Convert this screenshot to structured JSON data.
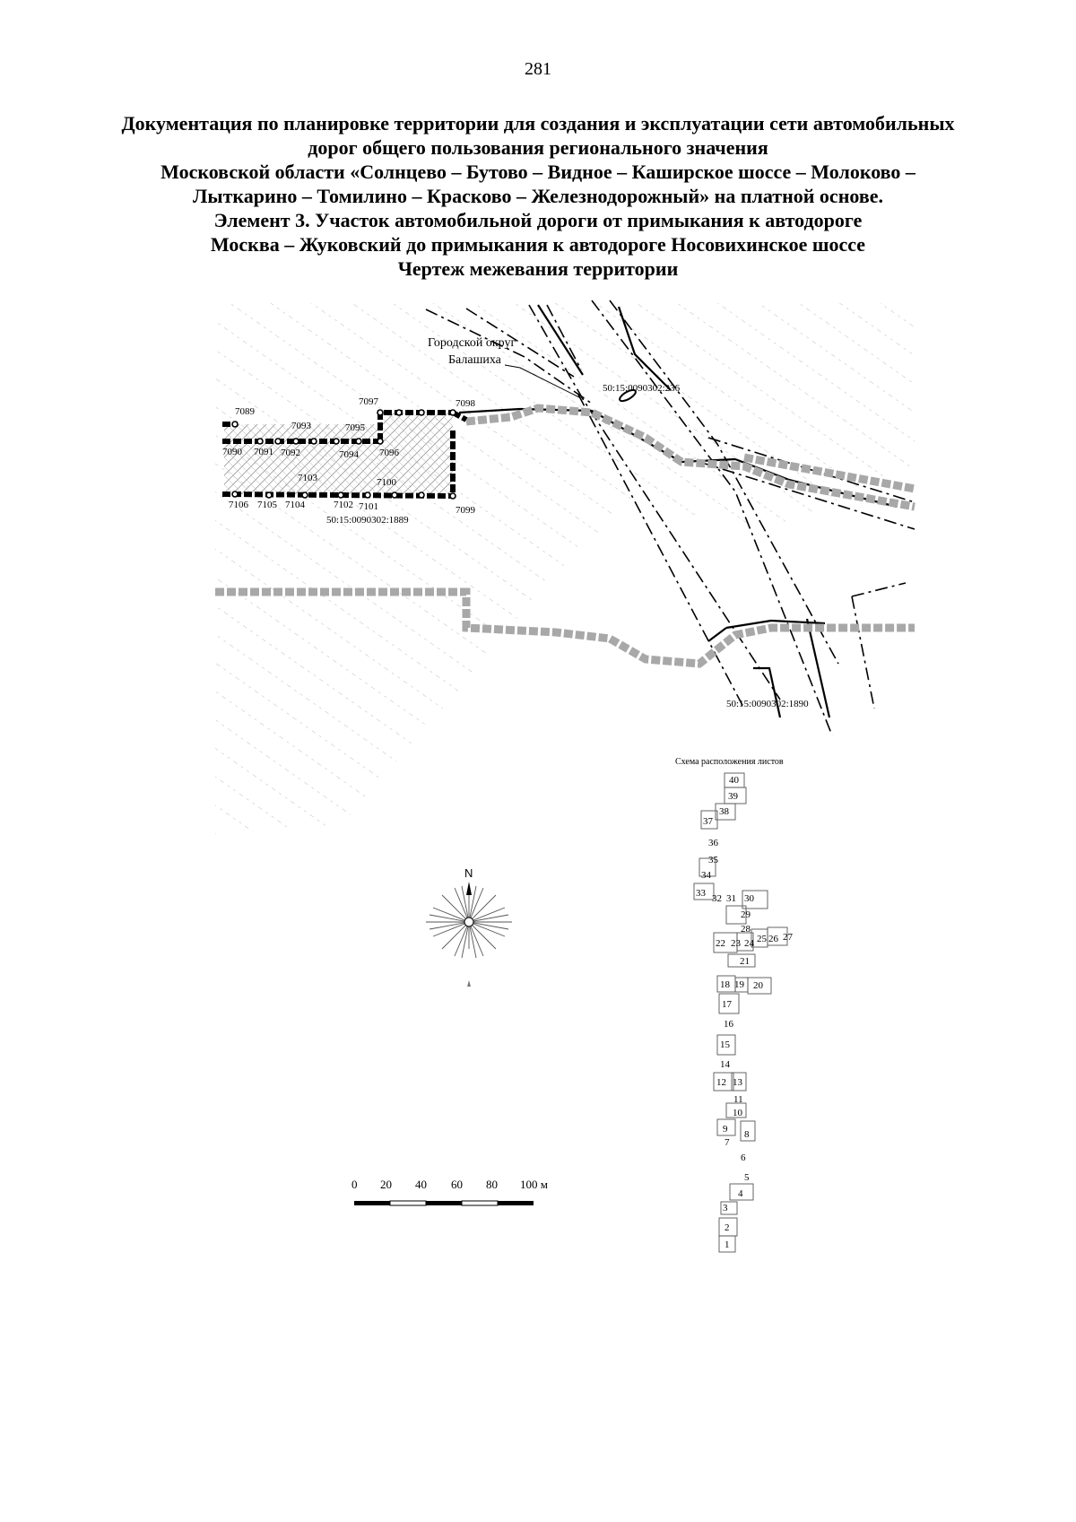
{
  "page": {
    "number": "281"
  },
  "title": {
    "lines": [
      "Документация по планировке территории для создания и эксплуатации сети автомобильных",
      "дорог общего пользования регионального значения",
      "Московской области «Солнцево – Бутово – Видное – Каширское шоссе – Молоково –",
      "Лыткарино – Томилино – Красково – Железнодорожный» на платной основе.",
      "Элемент 3. Участок автомобильной дороги от примыкания к автодороге",
      "Москва – Жуковский до примыкания к автодороге Носовихинское шоссе",
      "Чертеж межевания территории"
    ]
  },
  "map": {
    "district_label_1": "Городской округ",
    "district_label_2": "Балашиха",
    "parcels": [
      "50:15:0090302:236",
      "50:15:0090302:1889",
      "50:15:0090302:1890"
    ],
    "points": [
      "7089",
      "7090",
      "7091",
      "7092",
      "7093",
      "7094",
      "7095",
      "7096",
      "7097",
      "7098",
      "7099",
      "7100",
      "7101",
      "7102",
      "7103",
      "7104",
      "7105",
      "7106"
    ]
  },
  "compass": {
    "north": "N"
  },
  "scale_bar": {
    "labels": [
      "0",
      "20",
      "40",
      "60",
      "80",
      "100 м"
    ]
  },
  "sheet_scheme": {
    "title": "Схема расположения листов",
    "sheets": [
      "40",
      "39",
      "38",
      "37",
      "36",
      "35",
      "34",
      "33",
      "32",
      "31",
      "30",
      "29",
      "28",
      "22",
      "23",
      "24",
      "25",
      "26",
      "27",
      "21",
      "18",
      "19",
      "20",
      "17",
      "16",
      "15",
      "14",
      "12",
      "13",
      "11",
      "10",
      "9",
      "7",
      "8",
      "6",
      "5",
      "4",
      "3",
      "2",
      "1"
    ]
  },
  "colors": {
    "ink": "#000000",
    "route": "#a8a8a8",
    "hatch": "#bdbdbd"
  }
}
